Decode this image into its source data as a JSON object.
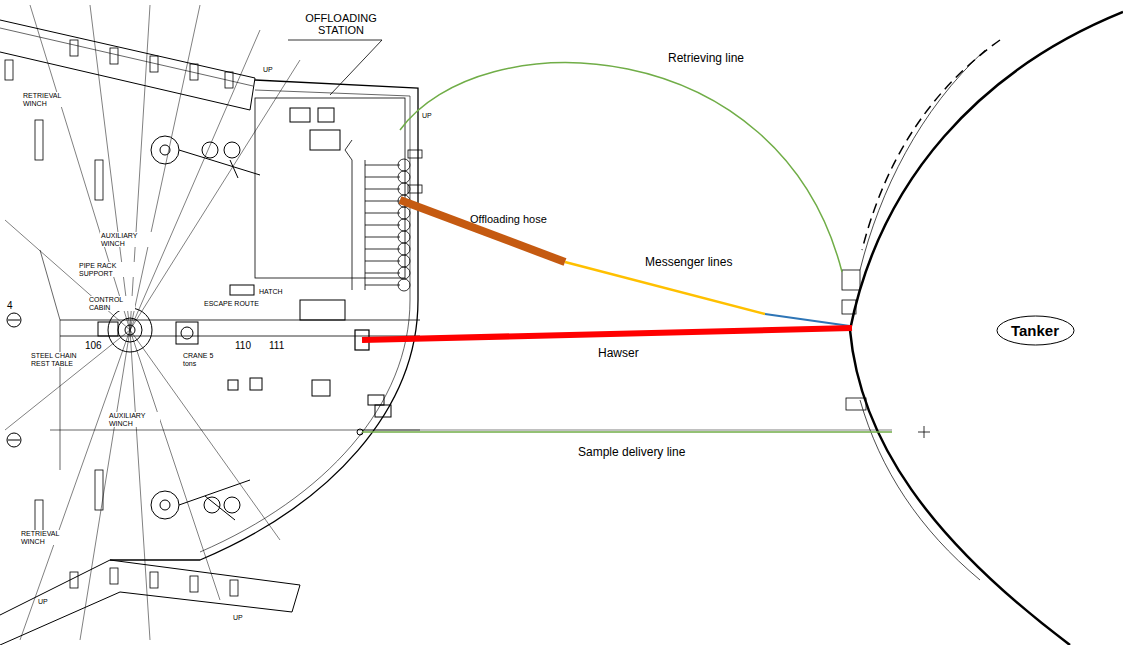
{
  "diagram": {
    "nodes": [
      {
        "text": [
          "Tanker"
        ]
      }
    ],
    "labels": [
      "OFFLOADING STATION",
      "Retrieving line",
      "Offloading hose",
      "Messenger lines",
      "Hawser",
      "Sample delivery line",
      "RETRIEVAL WINCH",
      "AUXILIARY WINCH",
      "PIPE RACK SUPPORT",
      "CONTROL CABIN",
      "ESCAPE ROUTE",
      "HATCH",
      "CRANE 5 tons",
      "STEEL CHAIN REST TABLE",
      "AUXILIARY WINCH",
      "RETRIEVAL WINCH",
      "UP",
      "UP",
      "UP",
      "UP",
      "106",
      "110",
      "111",
      "4"
    ]
  }
}
